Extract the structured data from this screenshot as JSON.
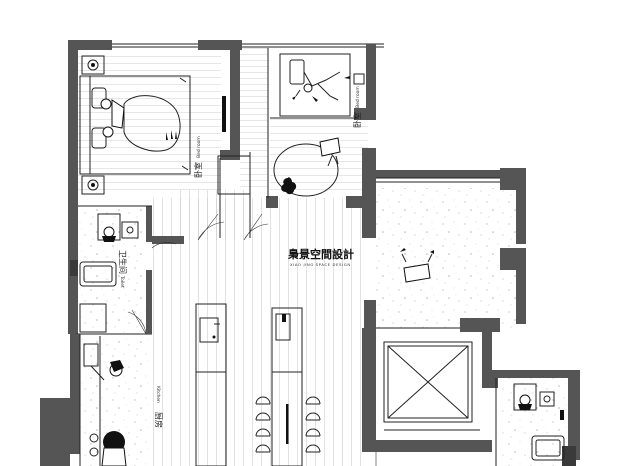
{
  "rooms": {
    "master_bedroom": {
      "name_cn": "卧室",
      "name_en": "Bed room"
    },
    "second_bedroom": {
      "name_cn": "卧室",
      "name_en": "Bed room"
    },
    "toilet": {
      "name_cn": "卫生间",
      "name_en": "Toilet"
    },
    "kitchen": {
      "name_cn": "厨房",
      "name_en": "Kitchen"
    }
  },
  "brand": {
    "name_cn": "梟景空間設計",
    "name_en": "XIAO JING SPACE DESIGN"
  },
  "colors": {
    "wall": "#555555",
    "wall_dark": "#3a3a3a",
    "line": "#222222",
    "floor_plank": "#cfcfcf",
    "terrazzo_dot": "#bdbdbd"
  }
}
